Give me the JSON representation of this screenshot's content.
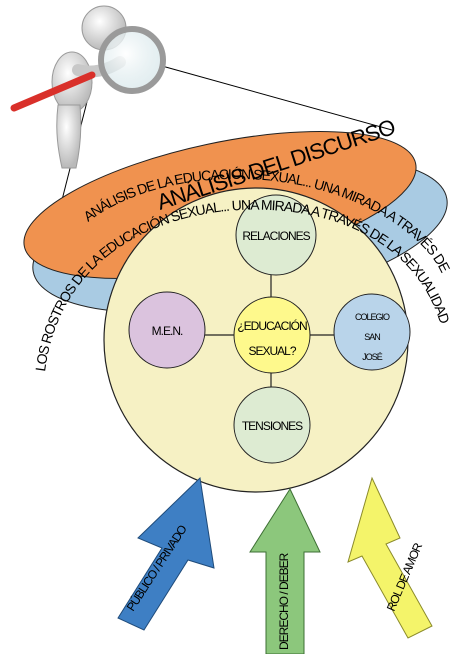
{
  "header": {
    "title": "ANÁLISIS DEL DISCURSO",
    "subtitle": "ANÁLISIS DE LA EDUCACIÓN SEXUAL... UNA MIRADA A TRAVÉS DE",
    "arc_text": "LOS ROSTROS DE LA EDUCACIÓN SEXUAL... UNA MIRADA A TRAVÉS DE LA SEXUALIDAD"
  },
  "center_node": {
    "line1": "¿EDUCACIÓN",
    "line2": "SEXUAL?"
  },
  "nodes": {
    "top": "RELACIONES",
    "left": "M.E.N.",
    "bottom": "TENSIONES",
    "right": {
      "line1": "COLEGIO",
      "line2": "SAN",
      "line3": "JOSÉ"
    }
  },
  "arrows": {
    "left": "PÚBLICO / PRIVADO",
    "middle": "DERECHO / DEBER",
    "right": "ROL DE AMOR"
  },
  "colors": {
    "orange_ellipse": "#F0924F",
    "blue_band": "#A9CBE3",
    "main_circle": "#F6F1C4",
    "top_node": "#DDEBD2",
    "left_node": "#DBC3DE",
    "right_node": "#B9D4EA",
    "center_node": "#FEF98C",
    "bottom_node": "#DDEBD2",
    "arrow_blue": "#3E7FC4",
    "arrow_green": "#8CC77C",
    "arrow_yellow": "#F4F46A",
    "magnifier_handle": "#D9302A"
  },
  "icons": [
    "magnifying-glass-person-icon"
  ]
}
